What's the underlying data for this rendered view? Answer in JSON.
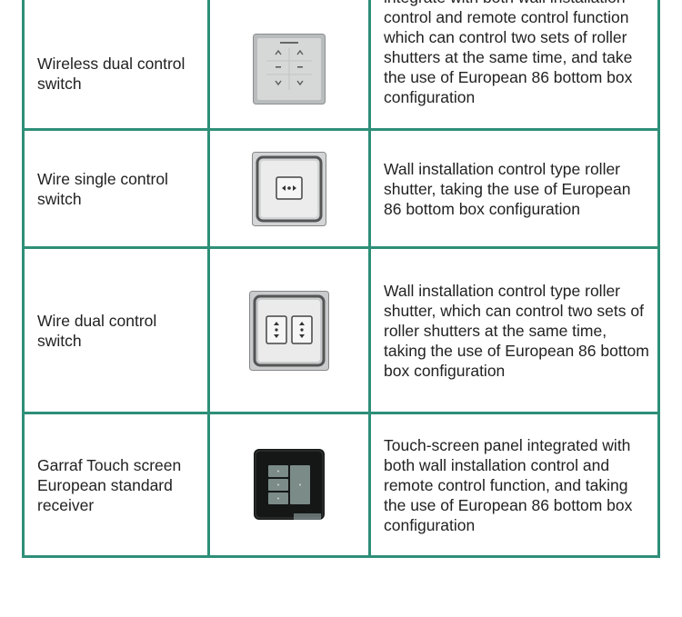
{
  "rows": [
    {
      "name": "Wireless dual control switch",
      "image_icon": "wireless-dual-switch-image",
      "description": "integrate with both wall installation control and remote control function which can control two sets of roller shutters at the same time, and take the use of European 86 bottom box configuration"
    },
    {
      "name": "Wire single control switch",
      "image_icon": "wire-single-switch-image",
      "description": "Wall installation control type roller shutter, taking the use of European 86 bottom box configuration"
    },
    {
      "name": "Wire dual control switch",
      "image_icon": "wire-dual-switch-image",
      "description": "Wall installation control type roller shutter, which can control two sets of roller shutters at the same time, taking the use of European 86 bottom box configuration"
    },
    {
      "name": "Garraf Touch screen European standard receiver",
      "image_icon": "touch-screen-receiver-image",
      "description": "Touch-screen panel integrated with both wall installation control and remote control function, and taking the use of European 86 bottom box configuration"
    }
  ],
  "colors": {
    "border": "#2e8f78",
    "text": "#222222"
  }
}
